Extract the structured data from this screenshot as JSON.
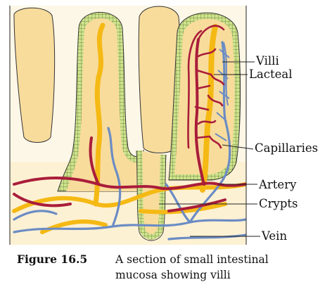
{
  "labels": {
    "villi": "Villi",
    "lacteal": "Lacteal",
    "capillaries": "Capillaries",
    "artery": "Artery",
    "crypts": "Crypts",
    "vein": "Vein"
  },
  "caption": {
    "figure_label": "Figure 16.5",
    "line1": "A section of small intestinal",
    "line2": "mucosa showing villi"
  },
  "colors": {
    "villus_fill": "#f8dc9c",
    "epithelium": "#cde38c",
    "lacteal": "#f5b914",
    "artery": "#a91d3a",
    "vein": "#6b8cc4",
    "outline": "#222222"
  }
}
